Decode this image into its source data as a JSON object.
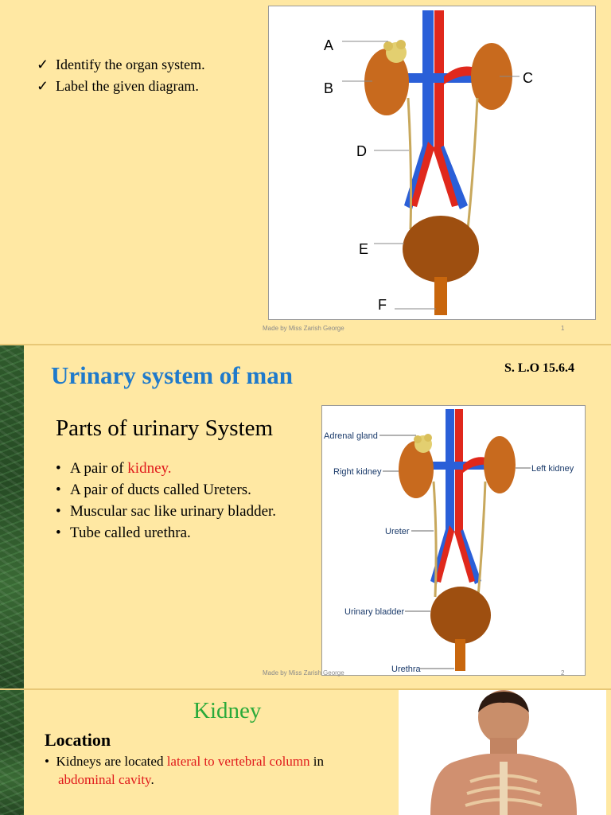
{
  "slide1": {
    "checklist": [
      {
        "icon": "check-icon",
        "text": "Identify the organ system."
      },
      {
        "icon": "check-icon",
        "text": "Label the given diagram."
      }
    ],
    "labels": [
      "A",
      "B",
      "C",
      "D",
      "E",
      "F"
    ],
    "footer_left": "Made by Miss Zarish George",
    "footer_page": "1"
  },
  "slide2": {
    "title": "Urinary system of man",
    "slo": "S. L.O   15.6.4",
    "subtitle": "Parts of urinary System",
    "bullets": [
      {
        "pre": "A pair of ",
        "highlight": "kidney.",
        "post": ""
      },
      {
        "pre": "A pair of ducts called Ureters.",
        "highlight": "",
        "post": ""
      },
      {
        "pre": "Muscular sac like urinary bladder.",
        "highlight": "",
        "post": ""
      },
      {
        "pre": "Tube called urethra.",
        "highlight": "",
        "post": ""
      }
    ],
    "diagram_labels": {
      "adrenal": "Adrenal gland",
      "right_kidney": "Right kidney",
      "left_kidney": "Left kidney",
      "ureter": "Ureter",
      "bladder": "Urinary bladder",
      "urethra": "Urethra"
    },
    "footer_left": "Made by Miss Zarish George",
    "footer_page": "2"
  },
  "slide3": {
    "title": "Kidney",
    "subheading": "Location",
    "bullet_pre": "Kidneys are located ",
    "bullet_red1": "lateral to vertebral column",
    "bullet_mid": " in",
    "bullet_red2": "abdominal cavity",
    "bullet_post": "."
  },
  "colors": {
    "background": "#ffe8a3",
    "title_blue": "#1f7acb",
    "highlight_red": "#e0191b",
    "kidney_green": "#2aaa3a"
  }
}
